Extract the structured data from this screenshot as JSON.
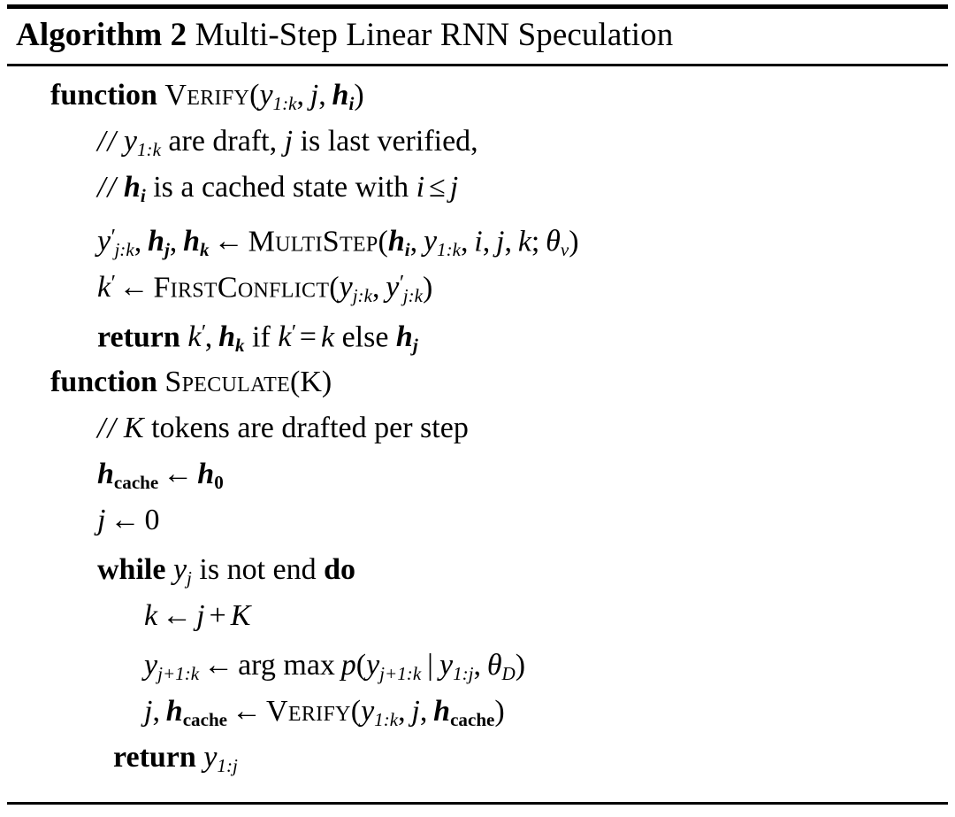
{
  "algorithm": {
    "label": "Algorithm 2",
    "name": "Multi-Step Linear RNN Speculation",
    "number": "2",
    "procedures": [
      {
        "keyword": "function",
        "name": "Verify",
        "signature_args": "y_{1:k}, j, h_i"
      },
      {
        "keyword": "function",
        "name": "Speculate",
        "signature_args": "K"
      }
    ],
    "lines": [
      {
        "id": "verify-signature",
        "indent": 0,
        "text": "function Verify(y_1:k, j, h_i)"
      },
      {
        "id": "verify-comment-1",
        "indent": 1,
        "text": "// y_1:k are draft, j is last verified,",
        "comment_body": "are draft,",
        "comment_tail": "is last verified,"
      },
      {
        "id": "verify-comment-2",
        "indent": 1,
        "text": "// h_i is a cached state with i <= j",
        "comment_body": "is a cached state with"
      },
      {
        "id": "verify-multistep",
        "indent": 1,
        "text": "y'_j:k, h_j, h_k <- MultiStep(h_i, y_1:k, i, j, k; theta_v)",
        "callee": "MultiStep"
      },
      {
        "id": "verify-firstconflict",
        "indent": 1,
        "text": "k' <- FirstConflict(y_j:k, y'_j:k)",
        "callee": "FirstConflict"
      },
      {
        "id": "verify-return",
        "indent": 1,
        "text": "return k', h_k if k' = k else h_j",
        "keyword": "return",
        "word_if": "if",
        "word_else": "else"
      },
      {
        "id": "speculate-signature",
        "indent": 0,
        "text": "function Speculate(K)"
      },
      {
        "id": "speculate-comment",
        "indent": 1,
        "text": "// K tokens are drafted per step",
        "comment_body": "tokens are drafted per step"
      },
      {
        "id": "speculate-hcache-init",
        "indent": 1,
        "text": "h_cache <- h_0",
        "subscript": "cache",
        "value": "0"
      },
      {
        "id": "speculate-j-init",
        "indent": 1,
        "text": "j <- 0",
        "value": "0"
      },
      {
        "id": "speculate-while",
        "indent": 1,
        "text": "while y_j is not end do",
        "keyword_while": "while",
        "condition": "is not end",
        "keyword_do": "do"
      },
      {
        "id": "speculate-k-assign",
        "indent": 2,
        "text": "k <- j + K"
      },
      {
        "id": "speculate-argmax",
        "indent": 2,
        "text": "y_j+1:k <- arg max p(y_j+1:k | y_1:j, theta_D)",
        "operator": "arg max"
      },
      {
        "id": "speculate-verify-call",
        "indent": 2,
        "text": "j, h_cache <- Verify(y_1:k, j, h_cache)",
        "callee": "Verify"
      },
      {
        "id": "speculate-return",
        "indent": "return",
        "text": "return y_1:j",
        "keyword": "return"
      }
    ],
    "symbols": {
      "assign_arrow": "←",
      "leq": "≤",
      "equals": "=",
      "plus": "+",
      "pipe": "|",
      "theta": "θ",
      "comment_marker": "//"
    },
    "colors": {
      "text": "#000000",
      "background": "#ffffff",
      "rule": "#000000"
    }
  }
}
